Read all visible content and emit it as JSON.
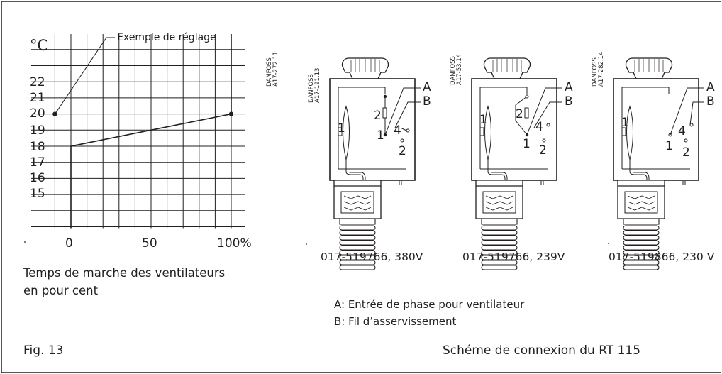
{
  "chart": {
    "unit_label": "°C",
    "setting_example": "Exemple de réglage",
    "doc_code_line1": "DANFOSS",
    "doc_code_line2": "A17-272.11",
    "y_ticks": [
      "22",
      "21",
      "20",
      "19",
      "18",
      "17",
      "16",
      "15"
    ],
    "x_ticks": [
      "0",
      "50",
      "100%"
    ],
    "caption_line1": "Temps de marche des ventilateurs",
    "caption_line2": "en pour cent"
  },
  "chart_data": {
    "type": "line",
    "x": [
      -10,
      0,
      100,
      100
    ],
    "y": [
      20,
      18,
      20,
      24
    ],
    "xlim": [
      -10,
      100
    ],
    "ylim": [
      13,
      24
    ],
    "x_ticks": [
      0,
      50,
      100
    ],
    "y_ticks": [
      15,
      16,
      17,
      18,
      19,
      20,
      21,
      22
    ],
    "xlabel": "Temps de marche des ventilateurs en pour cent",
    "ylabel": "°C",
    "annotations": [
      "Exemple de réglage"
    ],
    "grid": true
  },
  "schemas": [
    {
      "code_line1": "DANFOSS",
      "code_line2": "A17-191.13",
      "caption": "017-519766, 380V"
    },
    {
      "code_line1": "DANFOSS",
      "code_line2": "A17-53.14",
      "caption": "017-519766, 239V"
    },
    {
      "code_line1": "DANFOSS",
      "code_line2": "A17-282.14",
      "caption": "017-519866, 230 V"
    }
  ],
  "terminals": {
    "a": "A",
    "b": "B",
    "t1": "1",
    "t2": "2",
    "t4": "4"
  },
  "legend": {
    "a": "A:  Entrée de phase pour ventilateur",
    "b": "B:  Fil d’asservissement"
  },
  "footer": {
    "fig": "Fig. 13",
    "title": "Schéme de connexion du RT 115"
  }
}
